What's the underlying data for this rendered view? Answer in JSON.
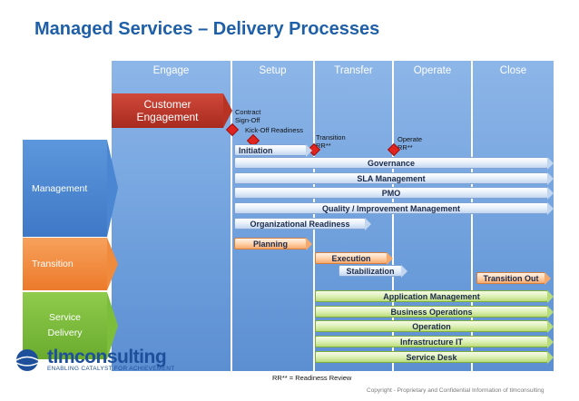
{
  "title": "Managed Services – Delivery Processes",
  "phases": [
    "Engage",
    "Setup",
    "Transfer",
    "Operate",
    "Close"
  ],
  "row_labels": {
    "management": "Management",
    "transition": "Transition",
    "service_delivery_line1": "Service",
    "service_delivery_line2": "Delivery"
  },
  "colors": {
    "phase_blue": "#6e9fdc",
    "management": "#4a86d1",
    "transition": "#f08a3c",
    "service_delivery": "#7dbd3c",
    "customer_engagement": "#c0392b",
    "milestone": "#e0241f",
    "title": "#1f5fa8"
  },
  "customer_engagement": {
    "line1": "Customer",
    "line2": "Engagement"
  },
  "milestones": {
    "contract_line1": "Contract",
    "contract_line2": "Sign-Off",
    "kickoff": "Kick-Off Readiness",
    "transition_line1": "Transition",
    "transition_line2": "RR**",
    "operate_line1": "Operate",
    "operate_line2": "RR**"
  },
  "bars": {
    "initiation": "Initiation",
    "governance": "Governance",
    "sla": "SLA Management",
    "pmo": "PMO",
    "quality": "Quality / Improvement Management",
    "org_readiness": "Organizational Readiness",
    "planning": "Planning",
    "execution": "Execution",
    "stabilization": "Stabilization",
    "transition_out": "Transition Out",
    "application_mgmt": "Application Management",
    "business_ops": "Business Operations",
    "operation": "Operation",
    "infrastructure": "Infrastructure IT",
    "service_desk": "Service Desk"
  },
  "footnote": "RR** = Readiness Review",
  "logo": {
    "name": "tlmconsulting",
    "tagline": "ENABLING CATALYST FOR ACHIEVEMENT"
  },
  "copyright": "Copyright - Proprietary and Confidential Information of tlmconsulting"
}
